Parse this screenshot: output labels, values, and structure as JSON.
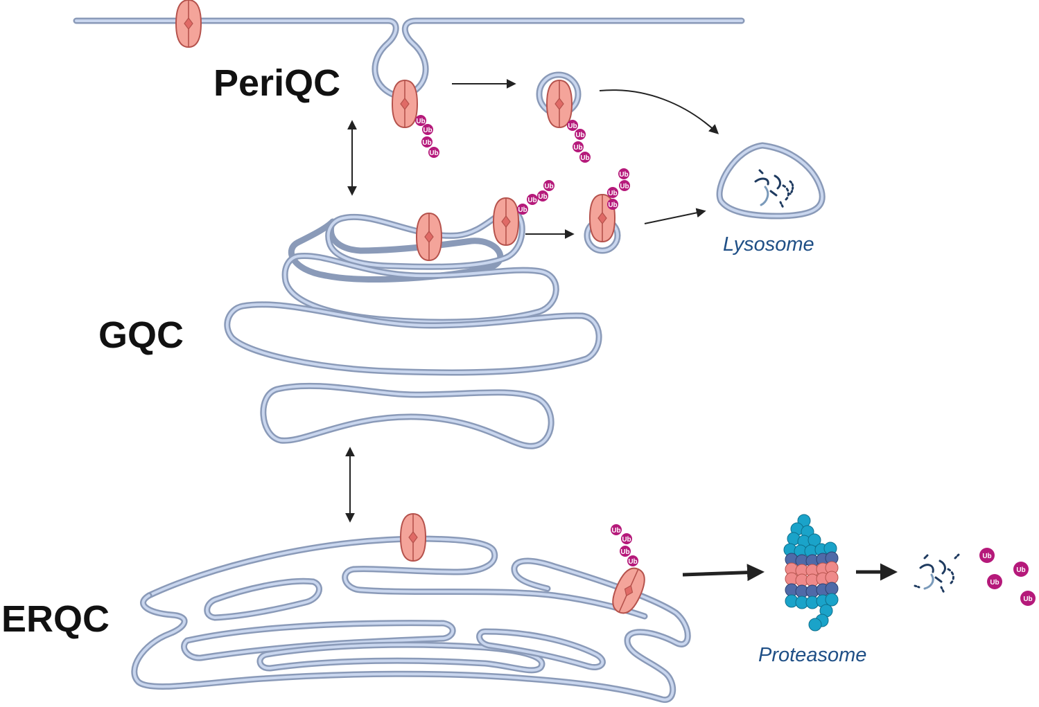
{
  "labels": {
    "periqc": "PeriQC",
    "gqc": "GQC",
    "erqc": "ERQC",
    "lysosome": "Lysosome",
    "proteasome": "Proteasome",
    "ub": "Ub"
  },
  "colors": {
    "membrane_outer": "#8a9ab8",
    "membrane_inner": "#c9d6ee",
    "protein_fill": "#f4a49a",
    "protein_stroke": "#b5524c",
    "ubiquitin": "#b5197a",
    "proteasome_cap": "#1aa3c9",
    "proteasome_ring_dark": "#4f6aa8",
    "proteasome_ring_pink": "#ef8a8a",
    "fragment": "#1e3a5f",
    "text": "#111111",
    "italic_text": "#1f4f86"
  },
  "icons": [
    "transmembrane-protein-icon",
    "ubiquitin-chain-icon",
    "vesicle-icon",
    "lysosome-icon",
    "proteasome-icon",
    "degraded-peptide-icon"
  ]
}
